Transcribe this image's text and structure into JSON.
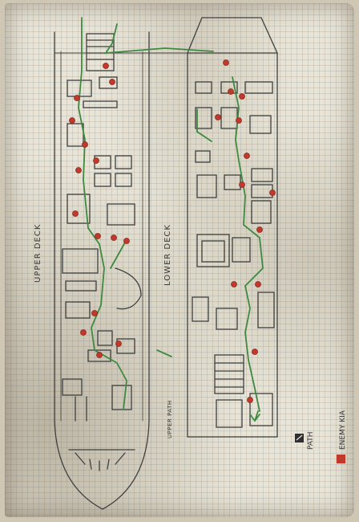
{
  "labels": {
    "upper_deck": "UPPER DECK",
    "lower_deck": "LOWER DECK",
    "upper_path": "UPPER PATH"
  },
  "legend": {
    "path": "PATH",
    "enemy": "ENEMY KIA"
  },
  "colors": {
    "path": "#3e8a3e",
    "enemy": "#c0392b",
    "ink": "#3a3a3a"
  }
}
